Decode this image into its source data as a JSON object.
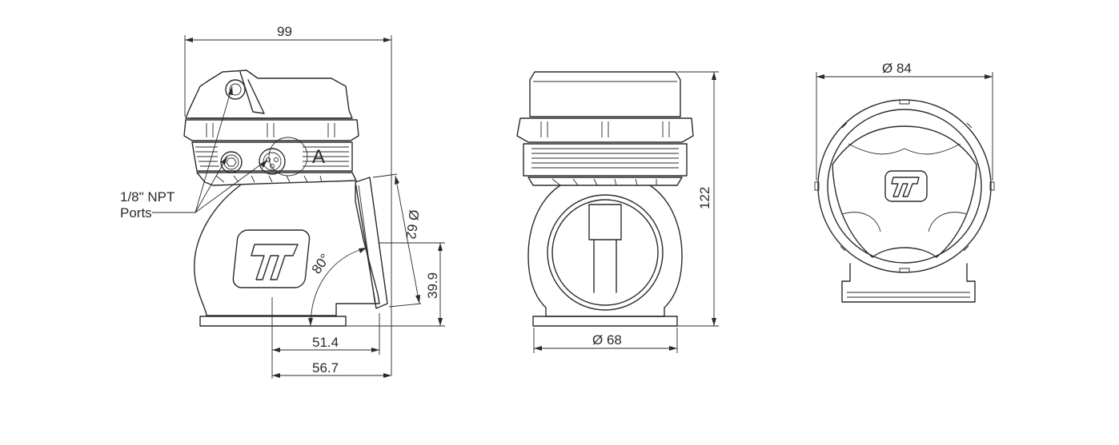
{
  "dimensions": {
    "overall_width": "99",
    "overall_height": "122",
    "outlet_diameter": "Ø 62",
    "inlet_diameter": "Ø 68",
    "top_diameter": "Ø 84",
    "port_offset": "51.4",
    "outlet_offset": "56.7",
    "outlet_height": "39.9",
    "outlet_angle": "80°"
  },
  "callouts": {
    "ports_line1": "1/8\" NPT",
    "ports_line2": "Ports",
    "detail_label": "A"
  },
  "icons": [
    "turbosmart-logo-icon",
    "hex-port-icon",
    "barbed-port-icon"
  ]
}
